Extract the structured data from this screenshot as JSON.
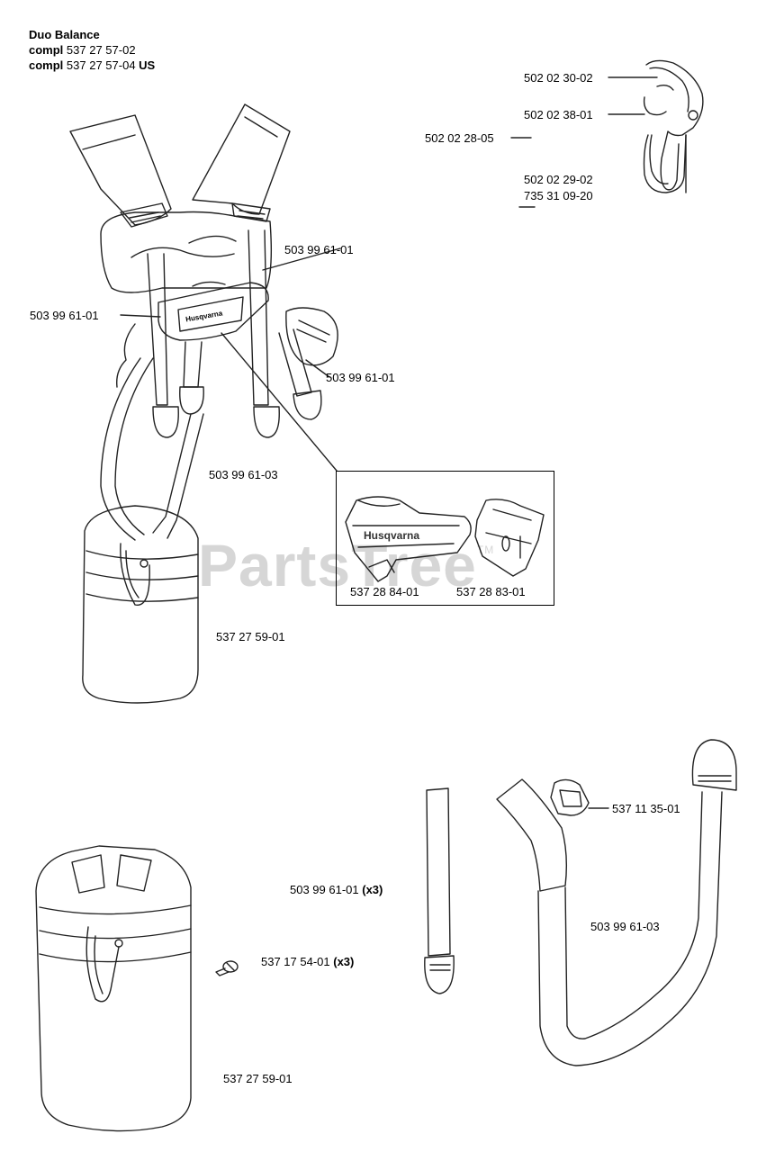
{
  "title": {
    "line1": "Duo Balance",
    "line2_label": "compl",
    "line2_num": "537 27 57-02",
    "line3_label": "compl",
    "line3_num": "537 27 57-04",
    "line3_suffix": "US"
  },
  "watermark": {
    "text": "PartsTree",
    "tm": "TM"
  },
  "parts": {
    "p1": "502 02 30-02",
    "p2": "502 02 38-01",
    "p3": "502 02 28-05",
    "p4": "502 02 29-02",
    "p5": "735 31 09-20",
    "p6": "503 99 61-01",
    "p7": "503 99 61-01",
    "p8": "503 99 61-01",
    "p9": "503 99 61-03",
    "p10": "537 27 59-01",
    "p11": "537 28 84-01",
    "p12": "537 28 83-01",
    "p13": "537 11 35-01",
    "p14": "503 99 61-01",
    "p14_qty": "(x3)",
    "p15": "503 99 61-03",
    "p16": "537 17 54-01",
    "p16_qty": "(x3)",
    "p17": "537 27 59-01"
  },
  "logo_text": "Husqvarna"
}
